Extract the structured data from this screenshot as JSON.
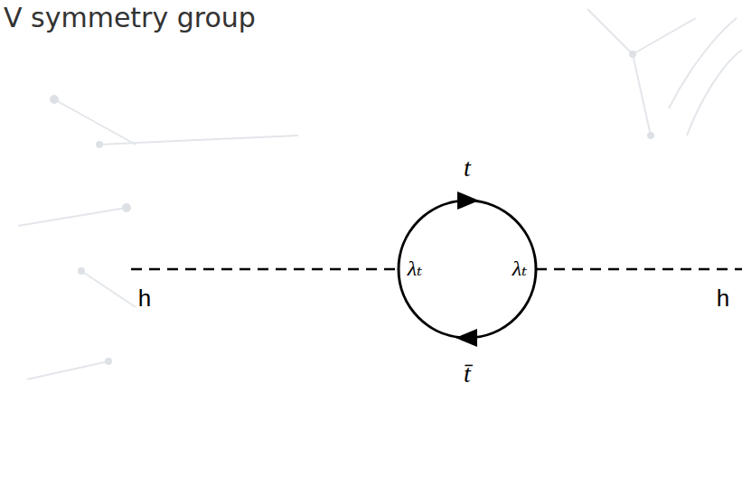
{
  "diagram": {
    "title": "V symmetry group",
    "labels": [
      "t",
      "t̄",
      "λₜ",
      "λₜ",
      "h",
      "h"
    ]
  }
}
